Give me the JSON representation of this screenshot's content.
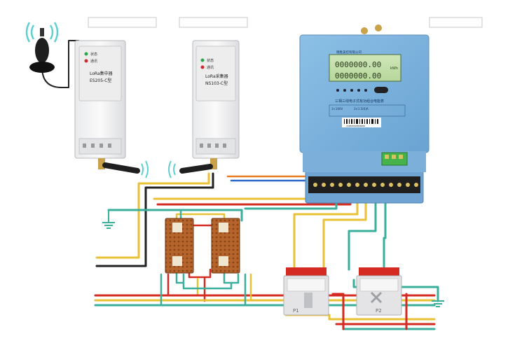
{
  "concentrator": {
    "led_status": "状态",
    "led_comm": "通讯",
    "title": "LoRa集中器",
    "model": "ES205-C型"
  },
  "collector": {
    "led_status": "状态",
    "led_comm": "通讯",
    "title": "LoRa采集器",
    "model": "NS103-C型"
  },
  "meter": {
    "company": "德胜美控有限公司",
    "lcd_row1": "0000000.00",
    "lcd_row2": "0000000.00",
    "unit_kwh": "kWh",
    "name": "三相三线电子式有功组合电能表",
    "spec1": "3×100V",
    "spec2": "3×1.5(6)A",
    "barcode_number": "159000018000000"
  },
  "ct": {
    "p1_label": "P1",
    "p2_label": "P2"
  },
  "colors": {
    "red": "#d42a22",
    "yellow": "#e8c234",
    "teal": "#3aaf9b",
    "black": "#222222",
    "blue": "#2a66c4",
    "orange": "#e87a24",
    "meter_body": "#7fb4de"
  }
}
